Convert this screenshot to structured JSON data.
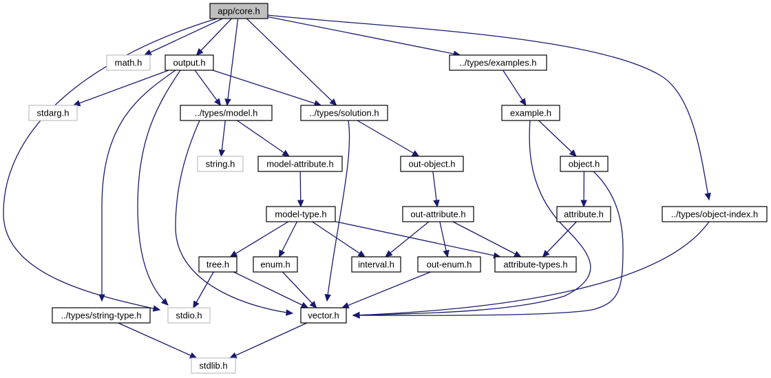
{
  "graph": {
    "nodes": {
      "core": {
        "label": "app/core.h",
        "kind": "root"
      },
      "math": {
        "label": "math.h",
        "kind": "system"
      },
      "output": {
        "label": "output.h",
        "kind": "local"
      },
      "examples": {
        "label": "../types/examples.h",
        "kind": "local"
      },
      "stdarg": {
        "label": "stdarg.h",
        "kind": "system"
      },
      "model": {
        "label": "../types/model.h",
        "kind": "local"
      },
      "solution": {
        "label": "../types/solution.h",
        "kind": "local"
      },
      "example": {
        "label": "example.h",
        "kind": "local"
      },
      "string": {
        "label": "string.h",
        "kind": "system"
      },
      "model_attribute": {
        "label": "model-attribute.h",
        "kind": "local"
      },
      "out_object": {
        "label": "out-object.h",
        "kind": "local"
      },
      "object": {
        "label": "object.h",
        "kind": "local"
      },
      "model_type": {
        "label": "model-type.h",
        "kind": "local"
      },
      "out_attribute": {
        "label": "out-attribute.h",
        "kind": "local"
      },
      "attribute": {
        "label": "attribute.h",
        "kind": "local"
      },
      "object_index": {
        "label": "../types/object-index.h",
        "kind": "local"
      },
      "tree": {
        "label": "tree.h",
        "kind": "local"
      },
      "enum": {
        "label": "enum.h",
        "kind": "local"
      },
      "interval": {
        "label": "interval.h",
        "kind": "local"
      },
      "out_enum": {
        "label": "out-enum.h",
        "kind": "local"
      },
      "attribute_types": {
        "label": "attribute-types.h",
        "kind": "local"
      },
      "string_type": {
        "label": "../types/string-type.h",
        "kind": "local"
      },
      "stdio": {
        "label": "stdio.h",
        "kind": "system"
      },
      "vector": {
        "label": "vector.h",
        "kind": "local"
      },
      "stdlib": {
        "label": "stdlib.h",
        "kind": "system"
      }
    },
    "edges": [
      [
        "core",
        "math"
      ],
      [
        "core",
        "output"
      ],
      [
        "core",
        "model"
      ],
      [
        "core",
        "solution"
      ],
      [
        "core",
        "examples"
      ],
      [
        "core",
        "object_index"
      ],
      [
        "core",
        "stdio"
      ],
      [
        "output",
        "stdarg"
      ],
      [
        "output",
        "model"
      ],
      [
        "output",
        "solution"
      ],
      [
        "output",
        "string_type"
      ],
      [
        "output",
        "stdio"
      ],
      [
        "model",
        "string"
      ],
      [
        "model",
        "model_attribute"
      ],
      [
        "model",
        "vector"
      ],
      [
        "solution",
        "out_object"
      ],
      [
        "solution",
        "vector"
      ],
      [
        "examples",
        "example"
      ],
      [
        "example",
        "object"
      ],
      [
        "example",
        "vector"
      ],
      [
        "model_attribute",
        "model_type"
      ],
      [
        "out_object",
        "out_attribute"
      ],
      [
        "object",
        "attribute"
      ],
      [
        "object",
        "vector"
      ],
      [
        "model_type",
        "tree"
      ],
      [
        "model_type",
        "enum"
      ],
      [
        "model_type",
        "interval"
      ],
      [
        "model_type",
        "attribute_types"
      ],
      [
        "out_attribute",
        "interval"
      ],
      [
        "out_attribute",
        "out_enum"
      ],
      [
        "out_attribute",
        "attribute_types"
      ],
      [
        "attribute",
        "attribute_types"
      ],
      [
        "object_index",
        "vector"
      ],
      [
        "tree",
        "stdio"
      ],
      [
        "tree",
        "vector"
      ],
      [
        "enum",
        "vector"
      ],
      [
        "out_enum",
        "vector"
      ],
      [
        "string_type",
        "stdlib"
      ],
      [
        "vector",
        "stdlib"
      ]
    ]
  }
}
